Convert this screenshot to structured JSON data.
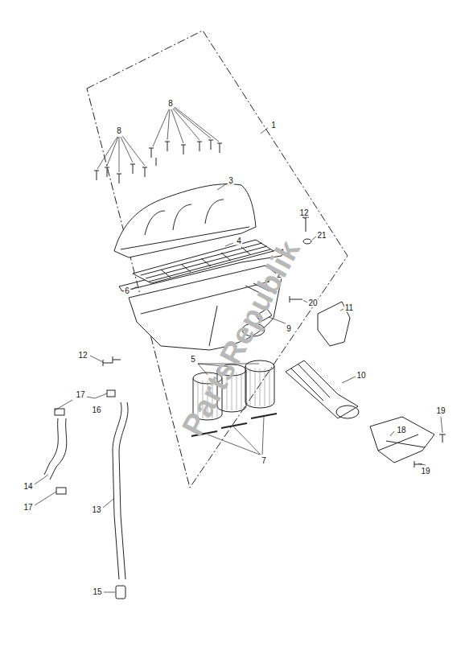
{
  "diagram": {
    "labels": [
      "8",
      "8",
      "1",
      "3",
      "12",
      "21",
      "4",
      "2",
      "6",
      "20",
      "11",
      "9",
      "5",
      "12",
      "10",
      "17",
      "16",
      "19",
      "18",
      "14",
      "17",
      "7",
      "13",
      "19",
      "15",
      "PartsRepublik"
    ]
  }
}
